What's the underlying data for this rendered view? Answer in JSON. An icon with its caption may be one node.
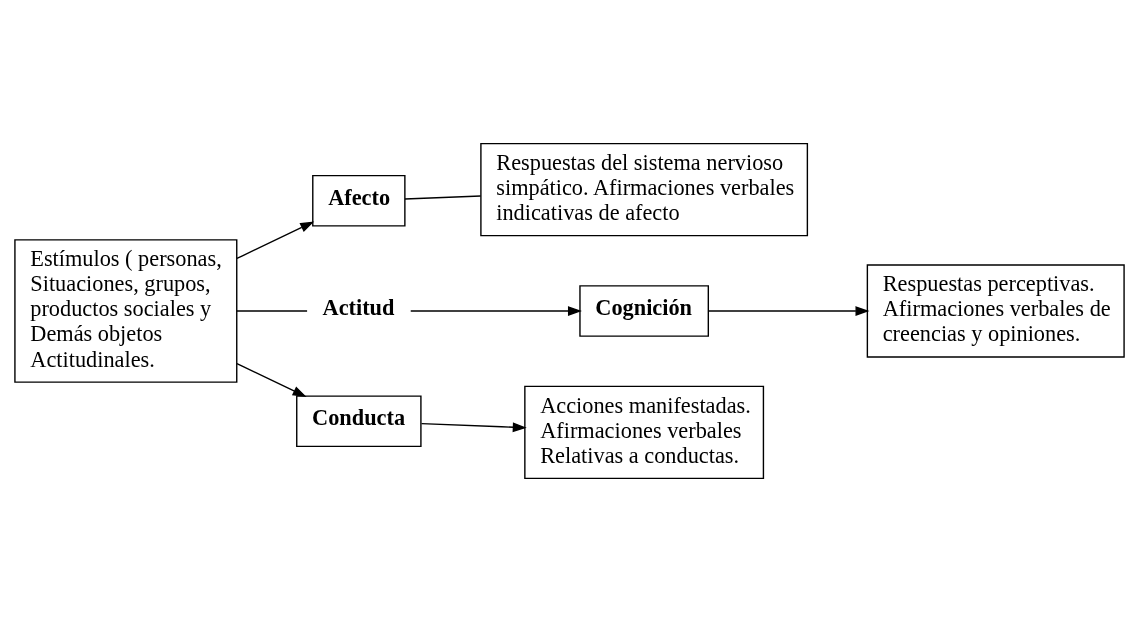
{
  "diagram": {
    "nodes": [
      {
        "text": [
          "Estímulos ( personas, Situaciones, grupos, productos sociales y Demás objetos Actitudinales."
        ]
      },
      {
        "text": [
          "Afecto"
        ]
      },
      {
        "text": [
          "Respuestas del sistema nervioso simpático. Afirmaciones verbales indicativas de afecto"
        ]
      },
      {
        "text": [
          "Actitud"
        ]
      },
      {
        "text": [
          "Cognición"
        ]
      },
      {
        "text": [
          "Respuestas perceptivas. Afirmaciones verbales de creencias y opiniones."
        ]
      },
      {
        "text": [
          "Conducta"
        ]
      },
      {
        "text": [
          "Acciones manifestadas. Afirmaciones verbales Relativas a conductas."
        ]
      }
    ],
    "edges": [
      {
        "from": 0,
        "to": 1,
        "arrow": "to"
      },
      {
        "from": 1,
        "to": 2,
        "arrow": "none"
      },
      {
        "from": 0,
        "to": 3,
        "arrow": "none"
      },
      {
        "from": 3,
        "to": 4,
        "arrow": "to"
      },
      {
        "from": 4,
        "to": 5,
        "arrow": "to"
      },
      {
        "from": 0,
        "to": 6,
        "arrow": "to"
      },
      {
        "from": 6,
        "to": 7,
        "arrow": "to"
      }
    ]
  }
}
